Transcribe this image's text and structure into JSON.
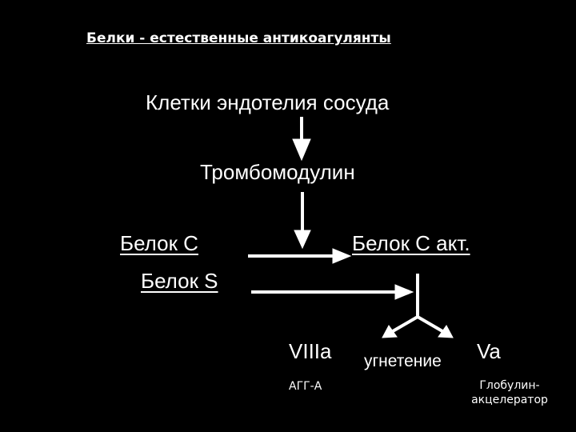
{
  "title": "Белки - естественные антикоагулянты",
  "nodes": {
    "endothelium": "Клетки эндотелия сосуда",
    "thrombomodulin": "Тромбомодулин",
    "protein_c": "Белок С",
    "protein_c_act": "Белок С акт.",
    "protein_s": "Белок S",
    "factor_viiia": "VIIIa",
    "factor_va": "Va",
    "inhibition": "угнетение",
    "agg_a": "АГГ-А",
    "globulin_accelerator": "Глобулин-акцелератор"
  },
  "colors": {
    "background": "#000000",
    "foreground": "#ffffff"
  }
}
